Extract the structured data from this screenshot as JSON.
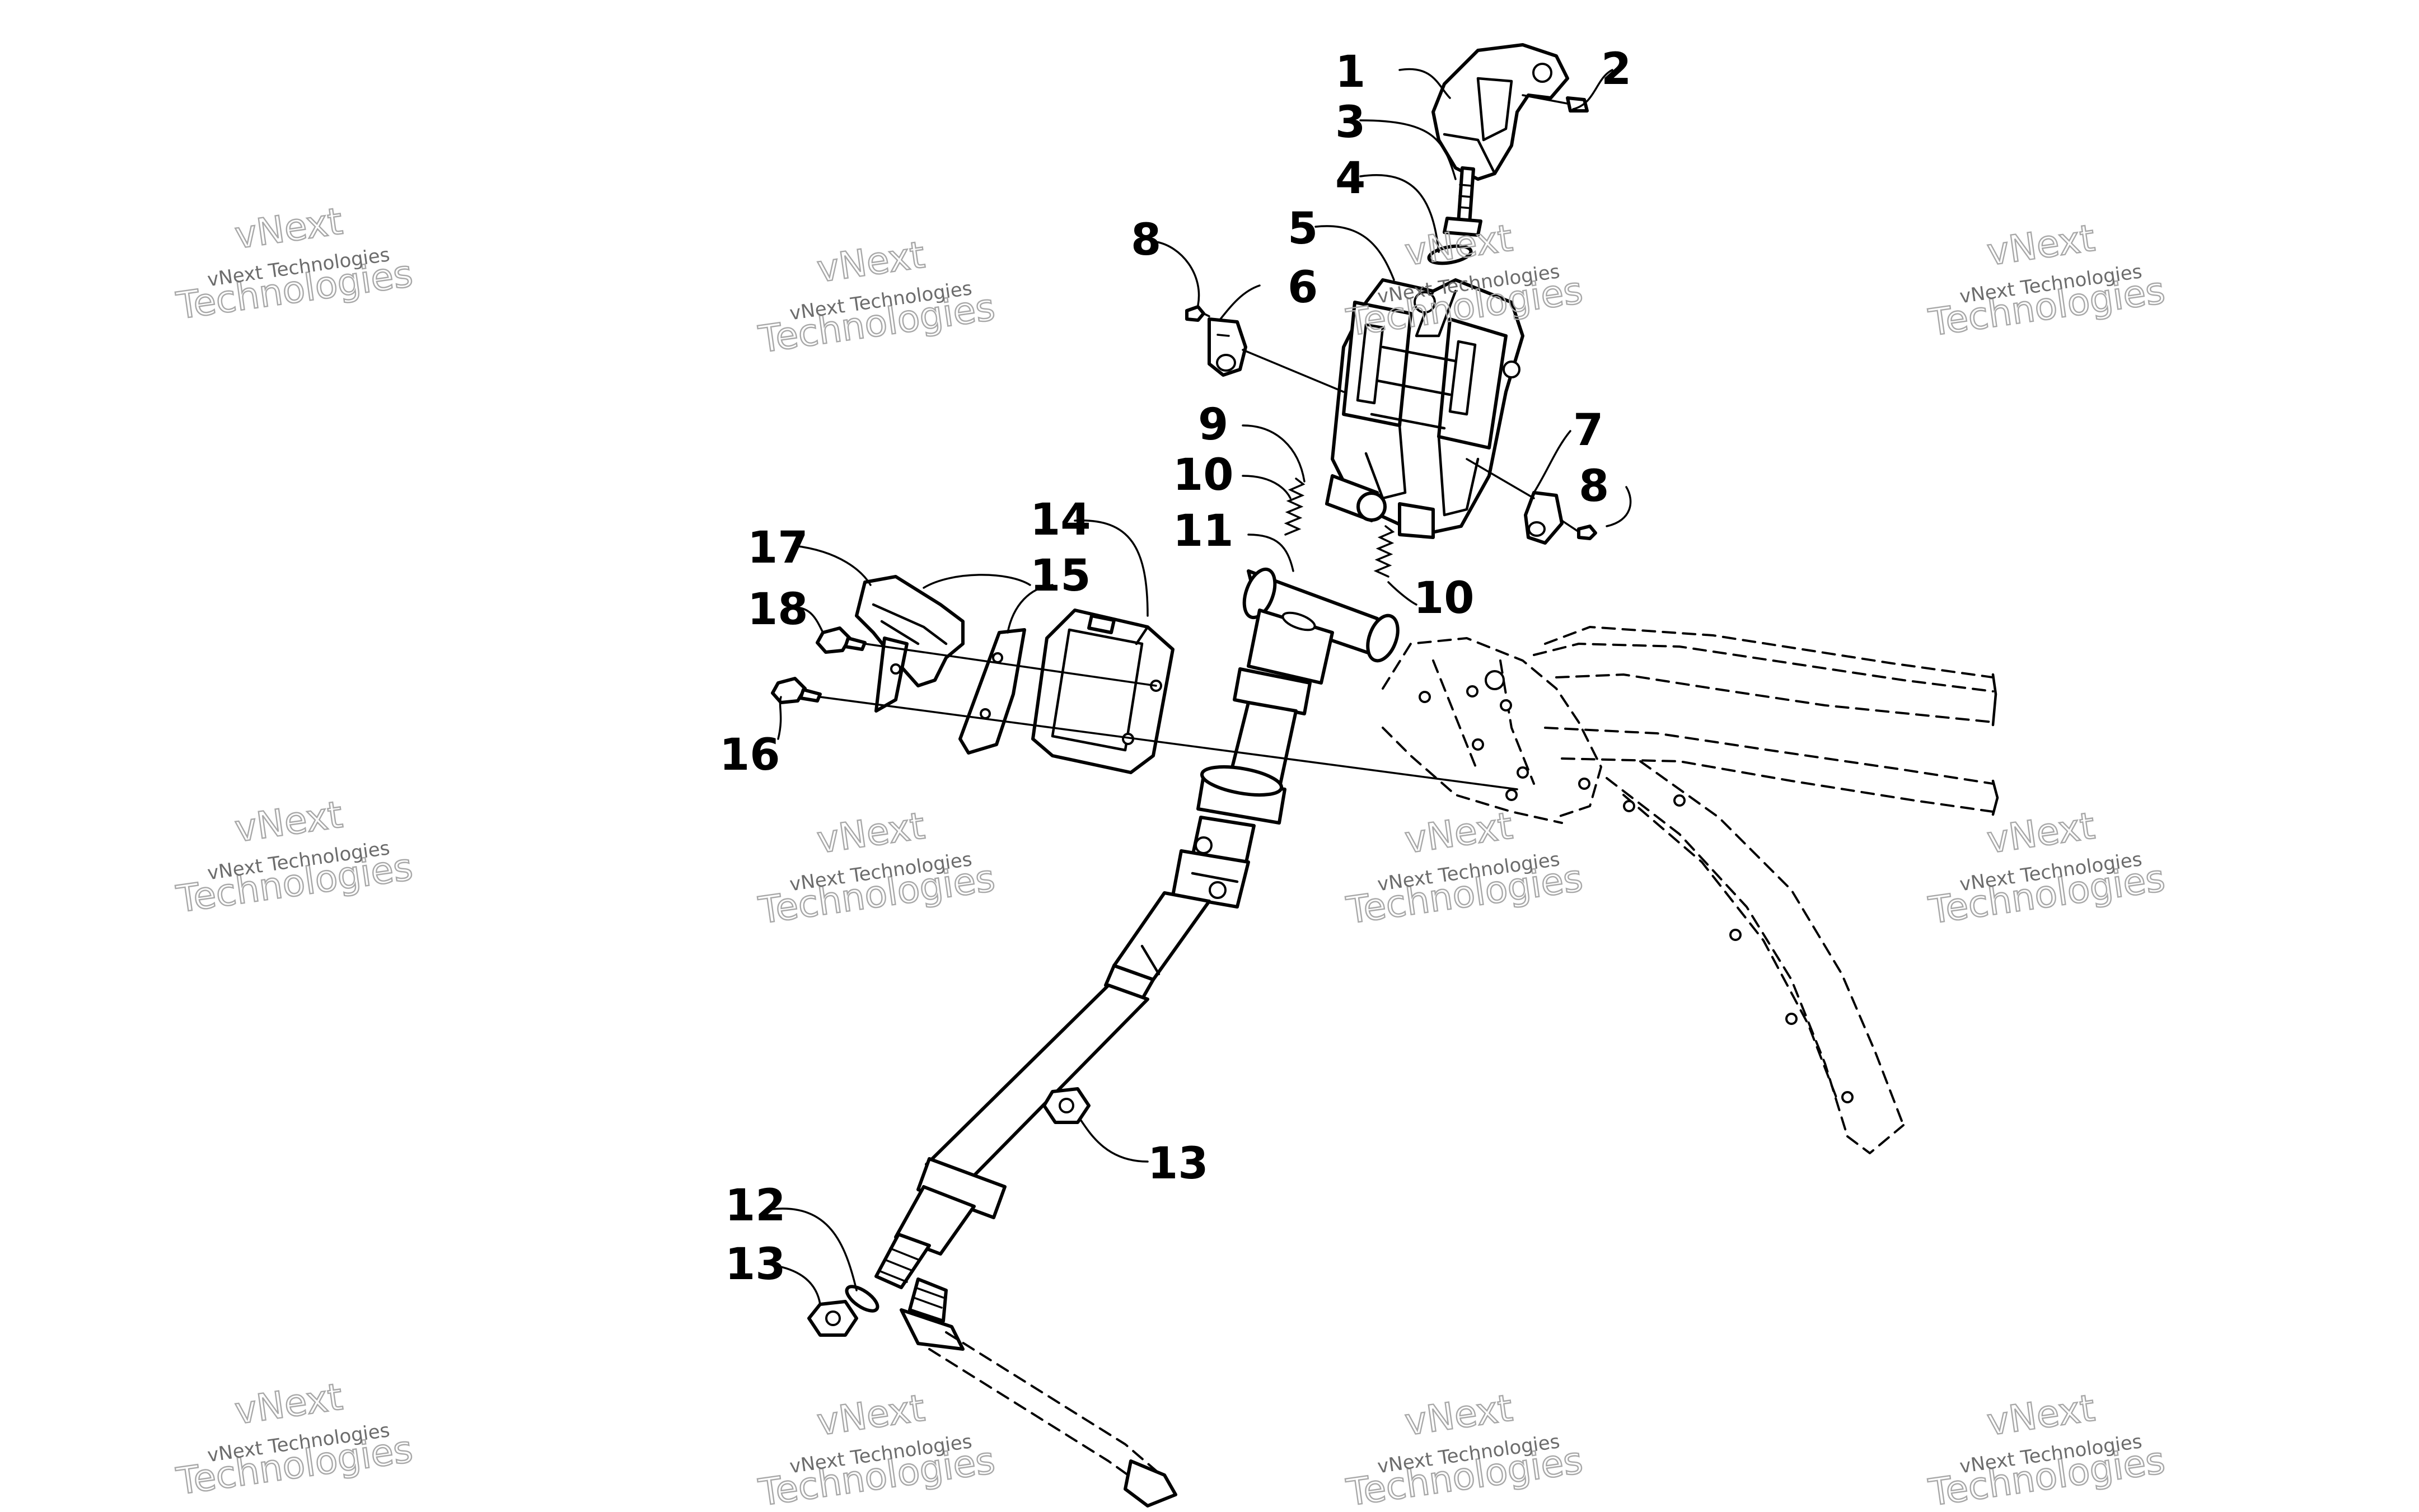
{
  "diagram": {
    "callouts": [
      {
        "id": "c1",
        "label": "1"
      },
      {
        "id": "c2",
        "label": "2"
      },
      {
        "id": "c3",
        "label": "3"
      },
      {
        "id": "c4",
        "label": "4"
      },
      {
        "id": "c5",
        "label": "5"
      },
      {
        "id": "c6",
        "label": "6"
      },
      {
        "id": "c7",
        "label": "7"
      },
      {
        "id": "c8a",
        "label": "8"
      },
      {
        "id": "c8b",
        "label": "8"
      },
      {
        "id": "c9",
        "label": "9"
      },
      {
        "id": "c10a",
        "label": "10"
      },
      {
        "id": "c10b",
        "label": "10"
      },
      {
        "id": "c11",
        "label": "11"
      },
      {
        "id": "c12",
        "label": "12"
      },
      {
        "id": "c13a",
        "label": "13"
      },
      {
        "id": "c13b",
        "label": "13"
      },
      {
        "id": "c14",
        "label": "14"
      },
      {
        "id": "c15",
        "label": "15"
      },
      {
        "id": "c16",
        "label": "16"
      },
      {
        "id": "c17",
        "label": "17"
      },
      {
        "id": "c18",
        "label": "18"
      }
    ]
  },
  "watermark": {
    "line1": "vNext Technologies",
    "line2": "vNext",
    "line3": "Technologies"
  }
}
